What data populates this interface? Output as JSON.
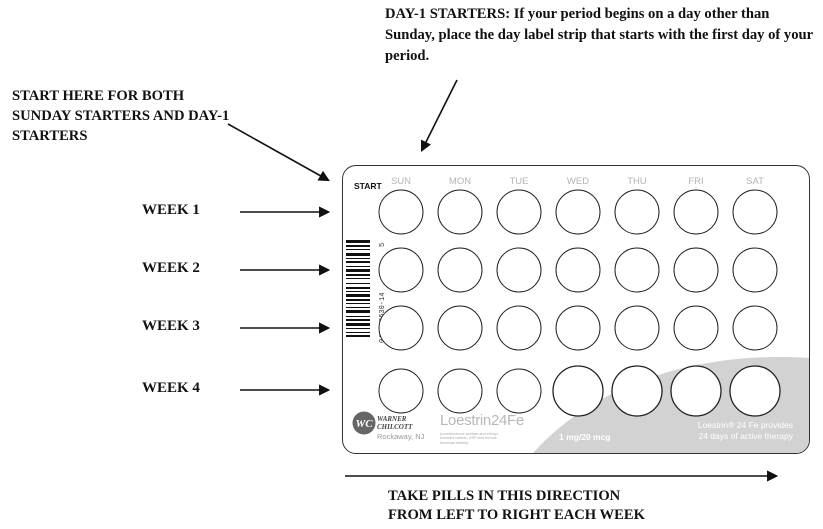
{
  "annotations": {
    "day1_note": "DAY-1 STARTERS: If your period begins on a day other than Sunday, place the day label strip that starts with the first day of your period.",
    "start_note": "START HERE FOR BOTH SUNDAY STARTERS AND DAY-1 STARTERS",
    "direction_note_line1": "TAKE PILLS IN THIS DIRECTION",
    "direction_note_line2": "FROM LEFT TO RIGHT EACH WEEK"
  },
  "weeks": [
    {
      "label": "WEEK 1",
      "pill_type": [
        "active",
        "active",
        "active",
        "active",
        "active",
        "active",
        "active"
      ]
    },
    {
      "label": "WEEK 2",
      "pill_type": [
        "active",
        "active",
        "active",
        "active",
        "active",
        "active",
        "active"
      ]
    },
    {
      "label": "WEEK 3",
      "pill_type": [
        "active",
        "active",
        "active",
        "active",
        "active",
        "active",
        "active"
      ]
    },
    {
      "label": "WEEK 4",
      "pill_type": [
        "active",
        "active",
        "active",
        "inactive",
        "inactive",
        "inactive",
        "inactive"
      ]
    }
  ],
  "card": {
    "start_label": "START",
    "days": [
      "SUN",
      "MON",
      "TUE",
      "WED",
      "THU",
      "FRI",
      "SAT"
    ],
    "side_code": "0430-0530-14",
    "side_mark_top": "5",
    "side_mark_bottom": "N3",
    "manufacturer_logo": "WC",
    "manufacturer_name_line1": "WARNER",
    "manufacturer_name_line2": "CHILCOTT",
    "manufacturer_location": "Rockaway, NJ",
    "brand_name": "Loestrin24Fe",
    "brand_fine_print": "(norethindrone acetate and ethinyl estradiol tablets, USP and ferrous fumarate tablets)",
    "dose": "1 mg/20 mcg",
    "promo_line1": "Loestrin® 24 Fe provides",
    "promo_line2": "24 days of active therapy"
  },
  "colors": {
    "ink": "#111111",
    "card_border": "#333333",
    "day_label": "#b4b4b4",
    "band": "#d2d2d2",
    "pill_outline": "#222222"
  }
}
